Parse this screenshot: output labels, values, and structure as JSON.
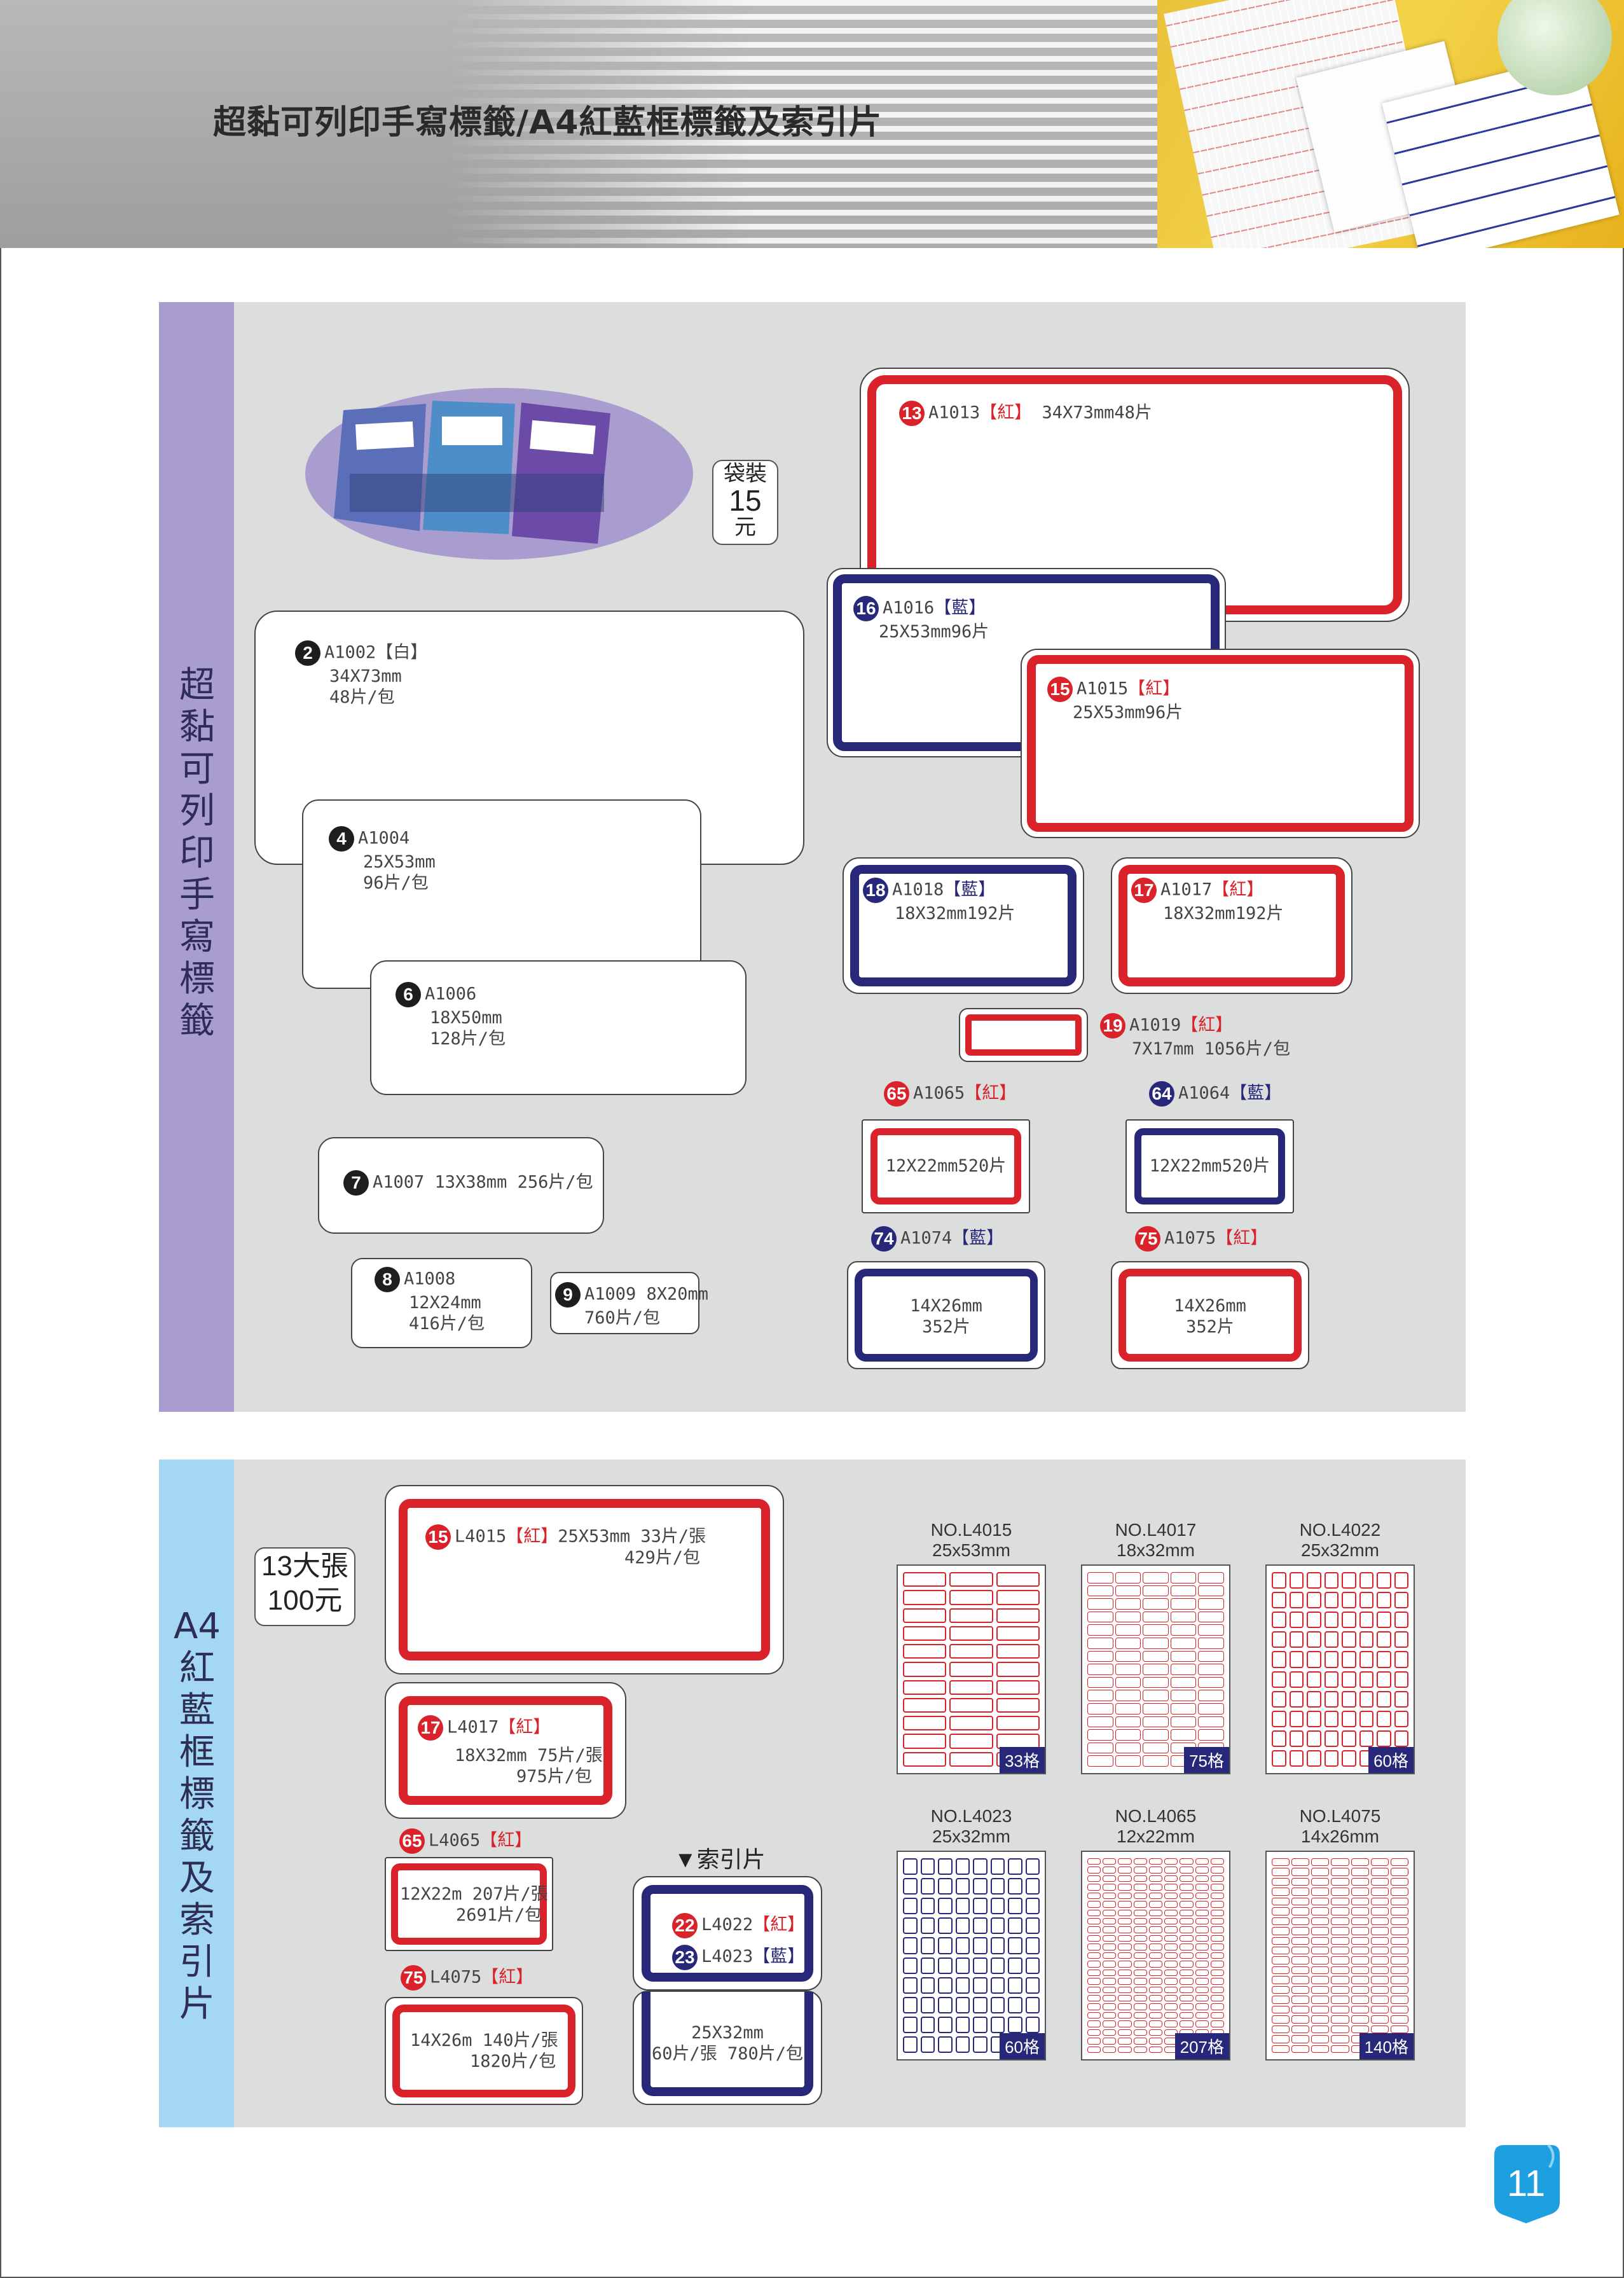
{
  "header": {
    "title": "超黏可列印手寫標籤/A4紅藍框標籤及索引片"
  },
  "section1": {
    "side_label": "超黏可列印手寫標籤",
    "price": {
      "line1": "袋裝",
      "line2": "15",
      "line3": "元"
    },
    "items": {
      "a1002": {
        "num": "2",
        "code": "A1002【白】",
        "size": "34X73mm",
        "qty": "48片/包"
      },
      "a1004": {
        "num": "4",
        "code": "A1004",
        "size": "25X53mm",
        "qty": "96片/包"
      },
      "a1006": {
        "num": "6",
        "code": "A1006",
        "size": "18X50mm",
        "qty": "128片/包"
      },
      "a1007": {
        "num": "7",
        "text": "A1007 13X38mm 256片/包"
      },
      "a1008": {
        "num": "8",
        "code": "A1008",
        "size": "12X24mm",
        "qty": "416片/包"
      },
      "a1009": {
        "num": "9",
        "code": "A1009 8X20mm",
        "qty": "760片/包"
      },
      "a1013": {
        "num": "13",
        "code": "A1013",
        "color": "【紅】",
        "spec": "34X73mm48片"
      },
      "a1016": {
        "num": "16",
        "code": "A1016",
        "color": "【藍】",
        "spec": "25X53mm96片"
      },
      "a1015": {
        "num": "15",
        "code": "A1015",
        "color": "【紅】",
        "spec": "25X53mm96片"
      },
      "a1018": {
        "num": "18",
        "code": "A1018",
        "color": "【藍】",
        "spec": "18X32mm192片"
      },
      "a1017": {
        "num": "17",
        "code": "A1017",
        "color": "【紅】",
        "spec": "18X32mm192片"
      },
      "a1019": {
        "num": "19",
        "code": "A1019",
        "color": "【紅】",
        "spec": "7X17mm 1056片/包"
      },
      "a1065": {
        "num": "65",
        "code": "A1065",
        "color": "【紅】",
        "spec": "12X22mm520片"
      },
      "a1064": {
        "num": "64",
        "code": "A1064",
        "color": "【藍】",
        "spec": "12X22mm520片"
      },
      "a1074": {
        "num": "74",
        "code": "A1074",
        "color": "【藍】",
        "size": "14X26mm",
        "qty": "352片"
      },
      "a1075": {
        "num": "75",
        "code": "A1075",
        "color": "【紅】",
        "size": "14X26mm",
        "qty": "352片"
      }
    }
  },
  "section2": {
    "side_label": "A4紅藍框標籤及索引片",
    "price": {
      "line1": "13大張",
      "line2": "100元"
    },
    "items": {
      "l4015": {
        "num": "15",
        "code": "L4015",
        "color": "【紅】",
        "spec": "25X53mm 33片/張",
        "qty": "429片/包"
      },
      "l4017": {
        "num": "17",
        "code": "L4017",
        "color": "【紅】",
        "spec": "18X32mm 75片/張",
        "qty": "975片/包"
      },
      "l4065": {
        "num": "65",
        "code": "L4065",
        "color": "【紅】",
        "spec": "12X22m 207片/張",
        "qty": "2691片/包"
      },
      "l4075": {
        "num": "75",
        "code": "L4075",
        "color": "【紅】",
        "spec": "14X26m 140片/張",
        "qty": "1820片/包"
      },
      "index_title": "▼索引片",
      "l4022": {
        "num": "22",
        "code": "L4022",
        "color": "【紅】"
      },
      "l4023": {
        "num": "23",
        "code": "L4023",
        "color": "【藍】"
      },
      "index_spec": {
        "size": "25X32mm",
        "qty": "60片/張 780片/包"
      }
    },
    "sheets": [
      {
        "no": "NO.L4015",
        "size": "25x53mm",
        "count": "33格",
        "cols": 3,
        "rows": 11,
        "color": "red"
      },
      {
        "no": "NO.L4017",
        "size": "18x32mm",
        "count": "75格",
        "cols": 5,
        "rows": 15,
        "color": "red"
      },
      {
        "no": "NO.L4022",
        "size": "25x32mm",
        "count": "60格",
        "cols": 8,
        "rows": 10,
        "color": "red"
      },
      {
        "no": "NO.L4023",
        "size": "25x32mm",
        "count": "60格",
        "cols": 8,
        "rows": 10,
        "color": "blue"
      },
      {
        "no": "NO.L4065",
        "size": "12x22mm",
        "count": "207格",
        "cols": 9,
        "rows": 23,
        "color": "red"
      },
      {
        "no": "NO.L4075",
        "size": "14x26mm",
        "count": "140格",
        "cols": 7,
        "rows": 20,
        "color": "red"
      }
    ]
  },
  "page_number": "11",
  "colors": {
    "red": "#d9222a",
    "blue": "#27287a",
    "section1_side": "#a99ccf",
    "section2_side": "#a4d7f2"
  }
}
